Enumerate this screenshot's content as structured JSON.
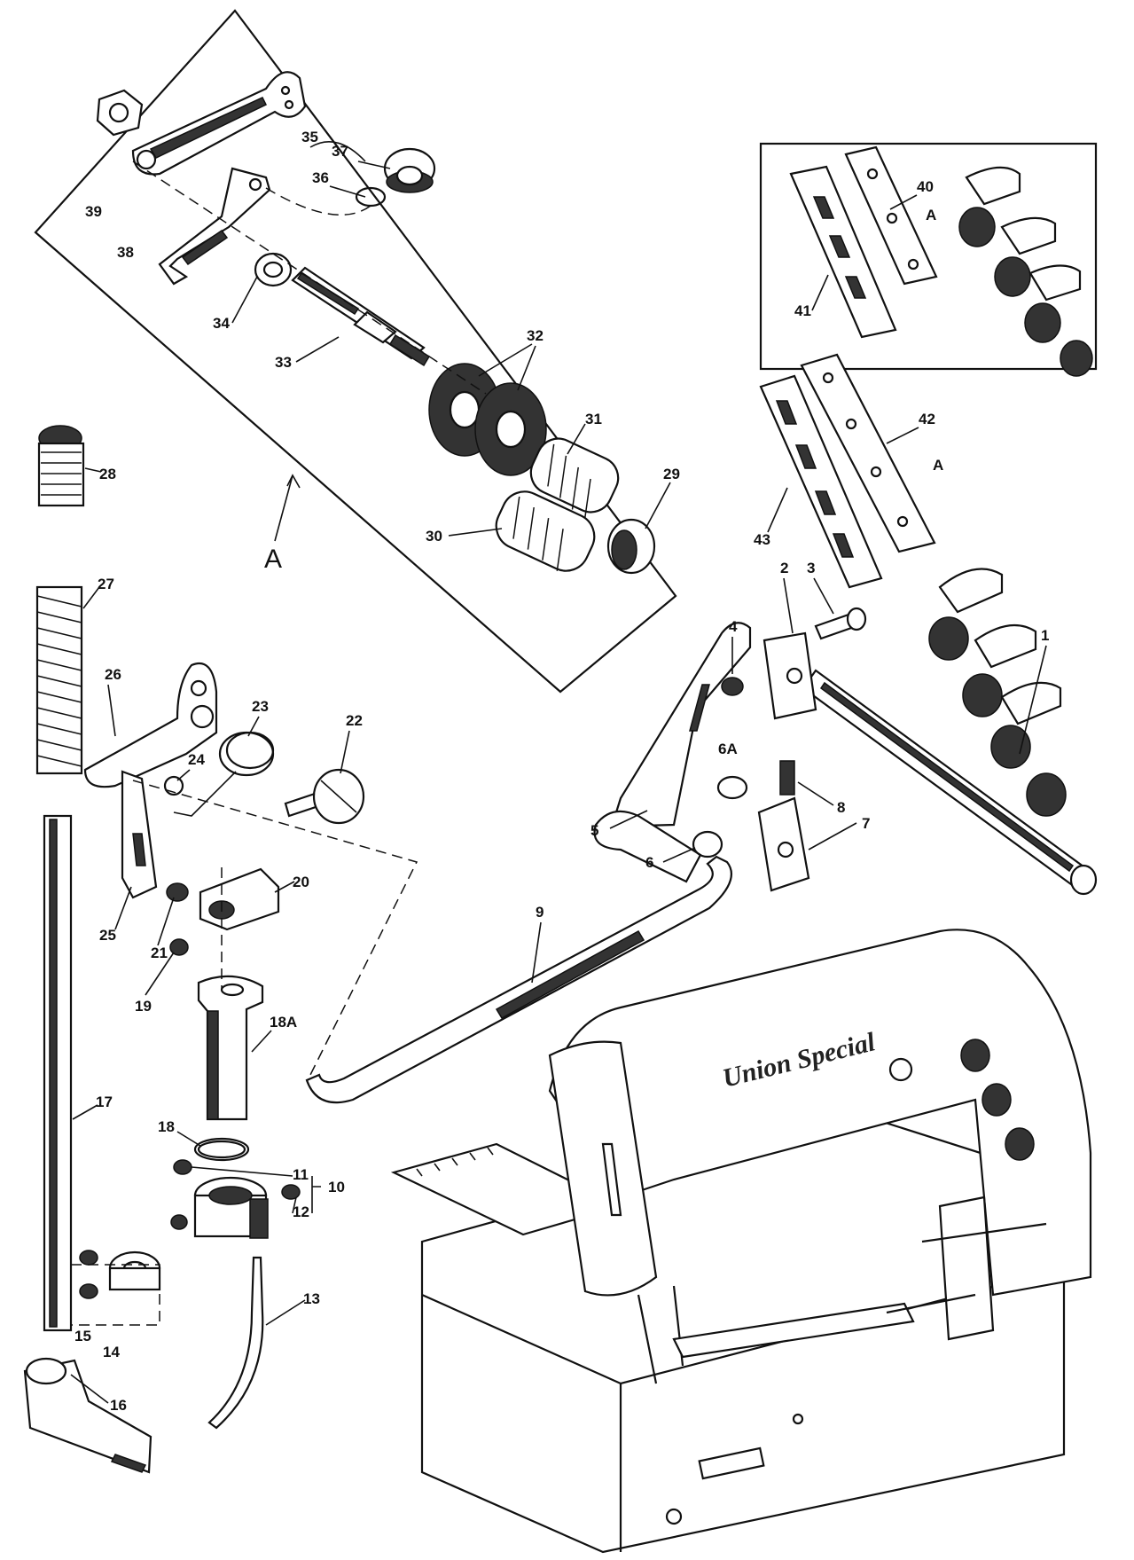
{
  "labels": {
    "l1": "1",
    "l2": "2",
    "l3": "3",
    "l4": "4",
    "l5": "5",
    "l6": "6",
    "l6a": "6A",
    "l7": "7",
    "l8": "8",
    "l9": "9",
    "l10": "10",
    "l11": "11",
    "l12": "12",
    "l13": "13",
    "l14": "14",
    "l15": "15",
    "l16": "16",
    "l17": "17",
    "l18": "18",
    "l18a": "18A",
    "l19": "19",
    "l20": "20",
    "l21": "21",
    "l22": "22",
    "l23": "23",
    "l24": "24",
    "l25": "25",
    "l26": "26",
    "l27": "27",
    "l28": "28",
    "l29": "29",
    "l30": "30",
    "l31": "31",
    "l32": "32",
    "l33": "33",
    "l34": "34",
    "l35": "35",
    "l36": "36",
    "l37": "37",
    "l38": "38",
    "l39": "39",
    "l40": "40",
    "l41": "41",
    "l42": "42",
    "l43": "43",
    "detail_a": "A",
    "ref_a1": "A",
    "ref_a2": "A"
  },
  "brand": "Union Special"
}
